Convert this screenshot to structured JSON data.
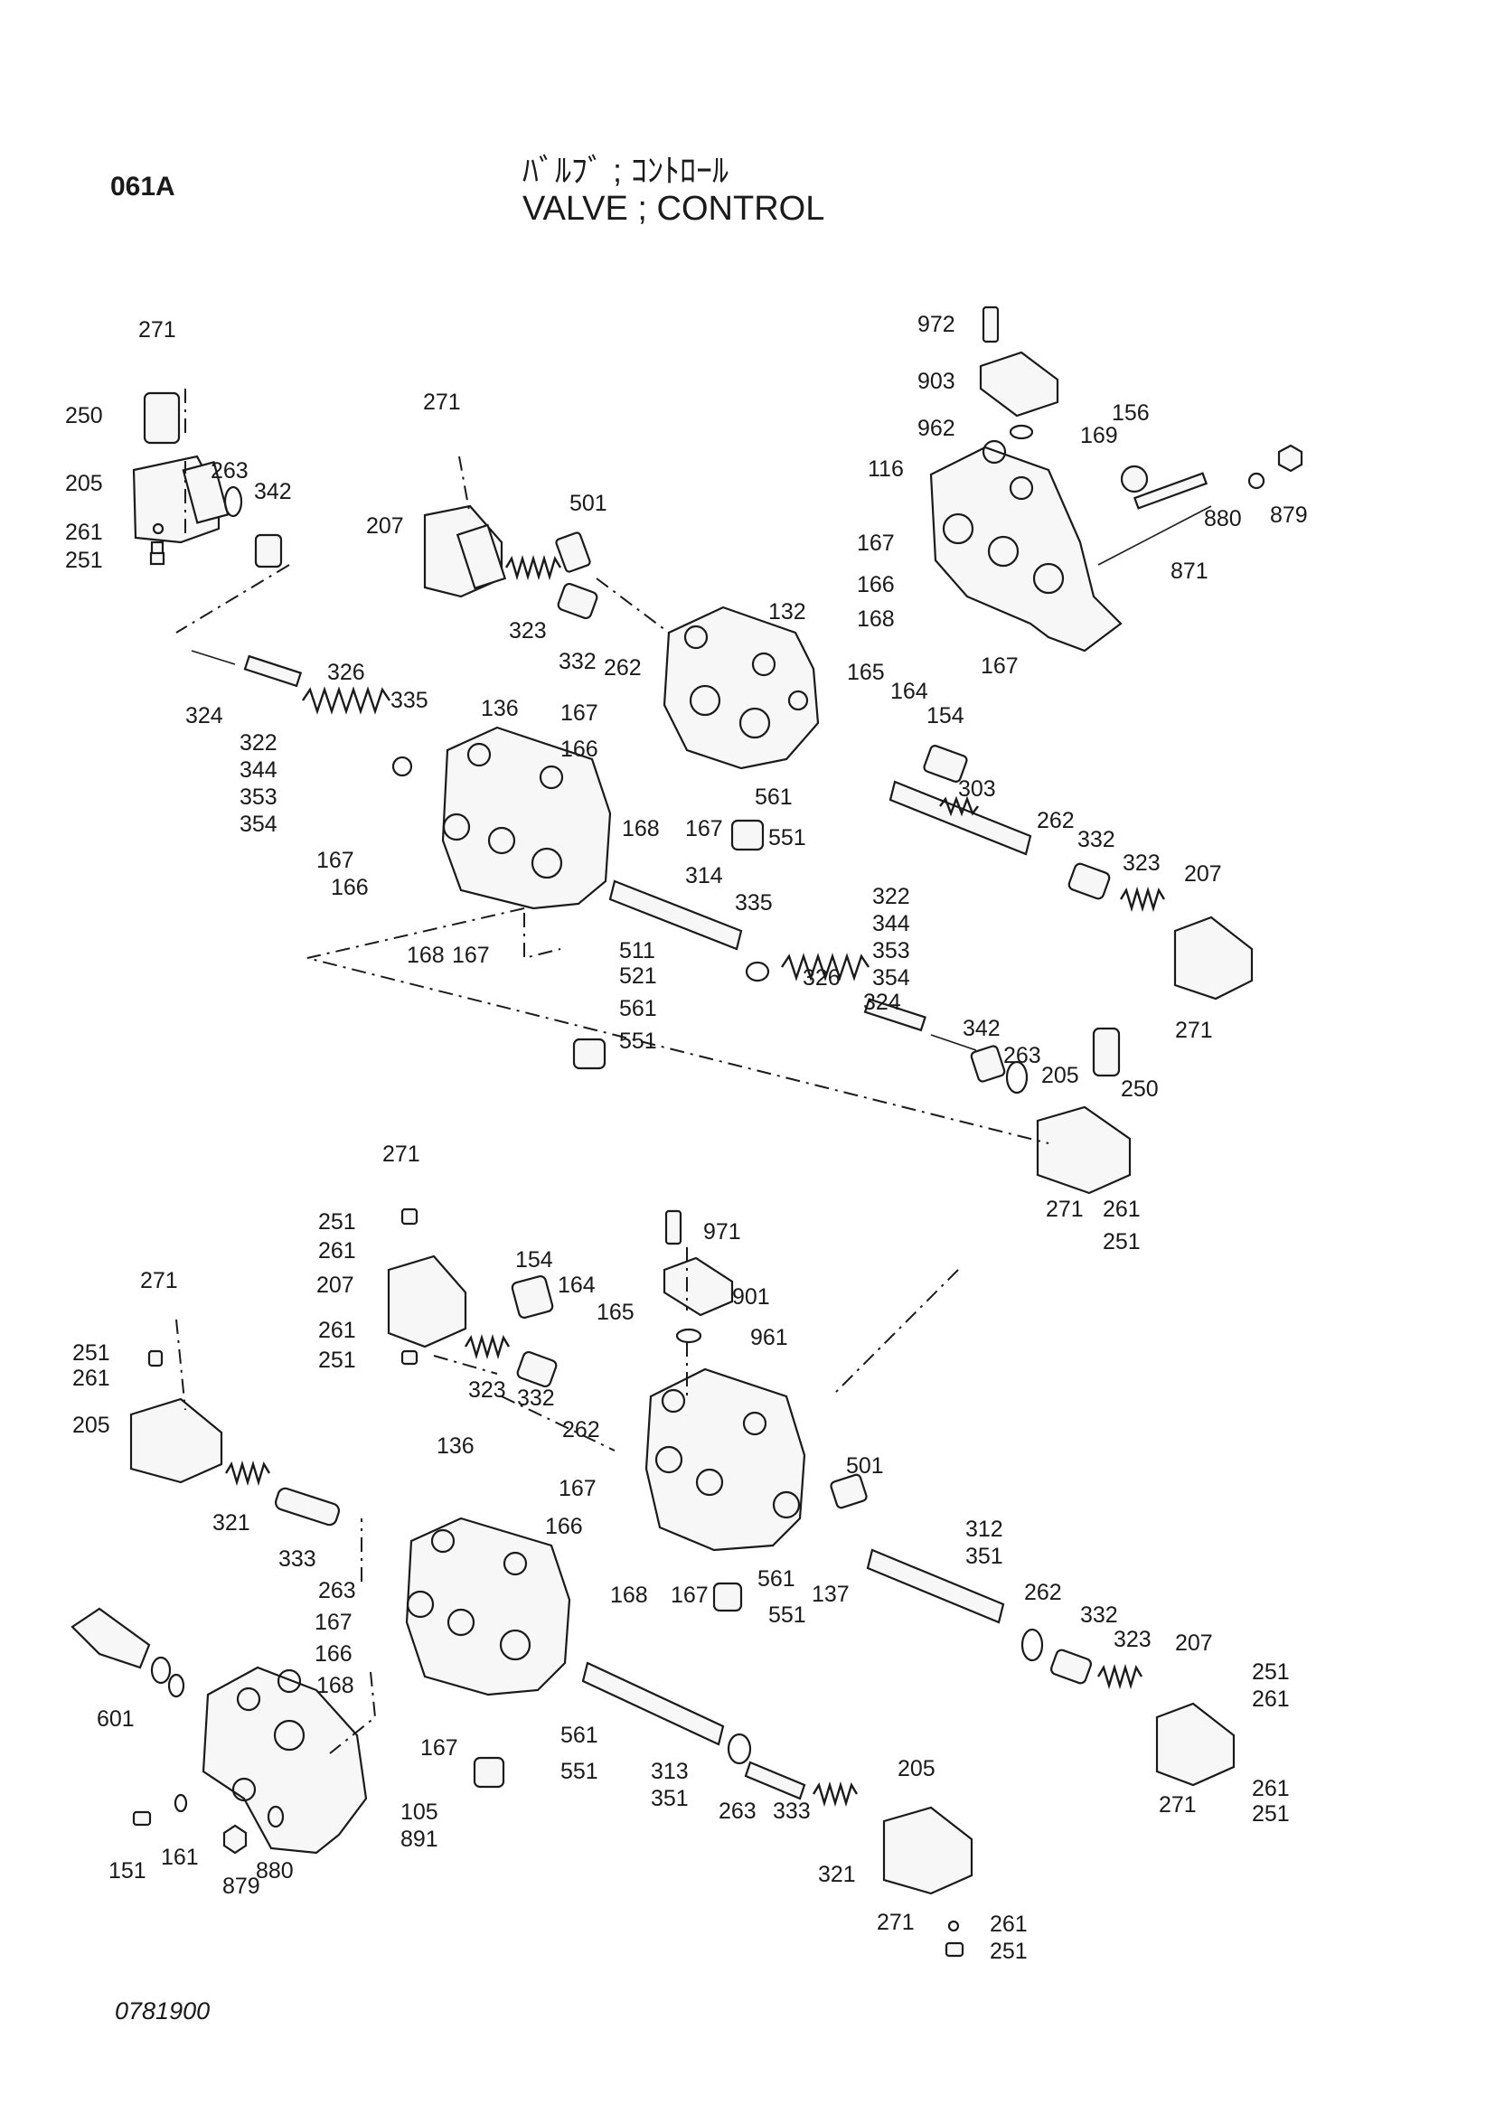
{
  "header": {
    "sheet_code": "061A",
    "title_jp": "ﾊﾞﾙﾌﾞ ; ｺﾝﾄﾛｰﾙ",
    "title_en": "VALVE ; CONTROL"
  },
  "footer": {
    "drawing_number": "0781900"
  },
  "callouts": [
    "271",
    "250",
    "205",
    "263",
    "342",
    "261",
    "251",
    "271",
    "207",
    "501",
    "323",
    "332",
    "262",
    "132",
    "165",
    "164",
    "154",
    "972",
    "903",
    "962",
    "156",
    "169",
    "116",
    "879",
    "880",
    "871",
    "167",
    "166",
    "168",
    "167",
    "324",
    "322",
    "344",
    "353",
    "354",
    "326",
    "335",
    "136",
    "167",
    "166",
    "168",
    "167",
    "561",
    "551",
    "167",
    "166",
    "168",
    "167",
    "511",
    "521",
    "561",
    "551",
    "303",
    "262",
    "332",
    "323",
    "207",
    "271",
    "314",
    "335",
    "322",
    "344",
    "353",
    "354",
    "326",
    "324",
    "342",
    "263",
    "205",
    "250",
    "271",
    "261",
    "251",
    "271",
    "251",
    "261",
    "207",
    "261",
    "251",
    "154",
    "164",
    "165",
    "971",
    "901",
    "961",
    "323",
    "332",
    "262",
    "271",
    "251",
    "261",
    "205",
    "321",
    "333",
    "263",
    "136",
    "167",
    "166",
    "168",
    "167",
    "561",
    "551",
    "167",
    "166",
    "168",
    "167",
    "561",
    "551",
    "137",
    "501",
    "312",
    "351",
    "262",
    "332",
    "323",
    "207",
    "251",
    "261",
    "271",
    "261",
    "251",
    "601",
    "105",
    "891",
    "151",
    "161",
    "879",
    "880",
    "313",
    "351",
    "263",
    "333",
    "321",
    "205",
    "271",
    "261",
    "251"
  ]
}
